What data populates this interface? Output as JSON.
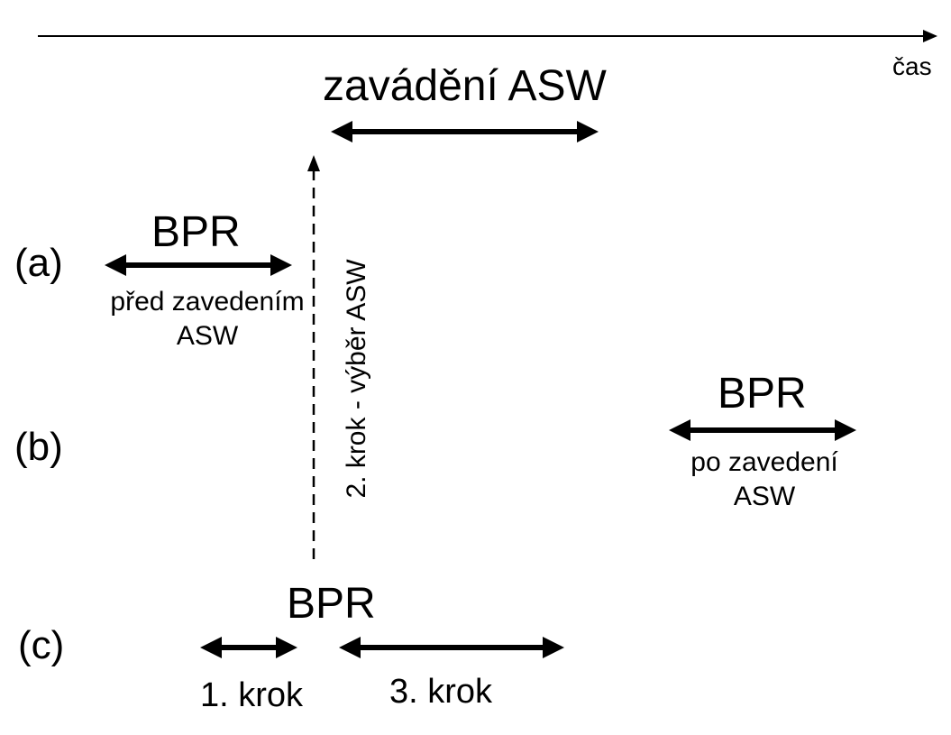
{
  "axis": {
    "label": "čas"
  },
  "implementation": {
    "label": "zavádění ASW"
  },
  "vertical_step": {
    "label": "2. krok - výběr ASW"
  },
  "rows": [
    {
      "id": "a",
      "label": "(a)",
      "bpr": "BPR",
      "sub_line1": "před zavedením",
      "sub_line2": "ASW"
    },
    {
      "id": "b",
      "label": "(b)",
      "bpr": "BPR",
      "sub_line1": "po zavedení",
      "sub_line2": "ASW"
    },
    {
      "id": "c",
      "label": "(c)",
      "bpr": "BPR",
      "step1": "1. krok",
      "step3": "3. krok"
    }
  ],
  "colors": {
    "ink": "#000000",
    "background": "#ffffff"
  }
}
